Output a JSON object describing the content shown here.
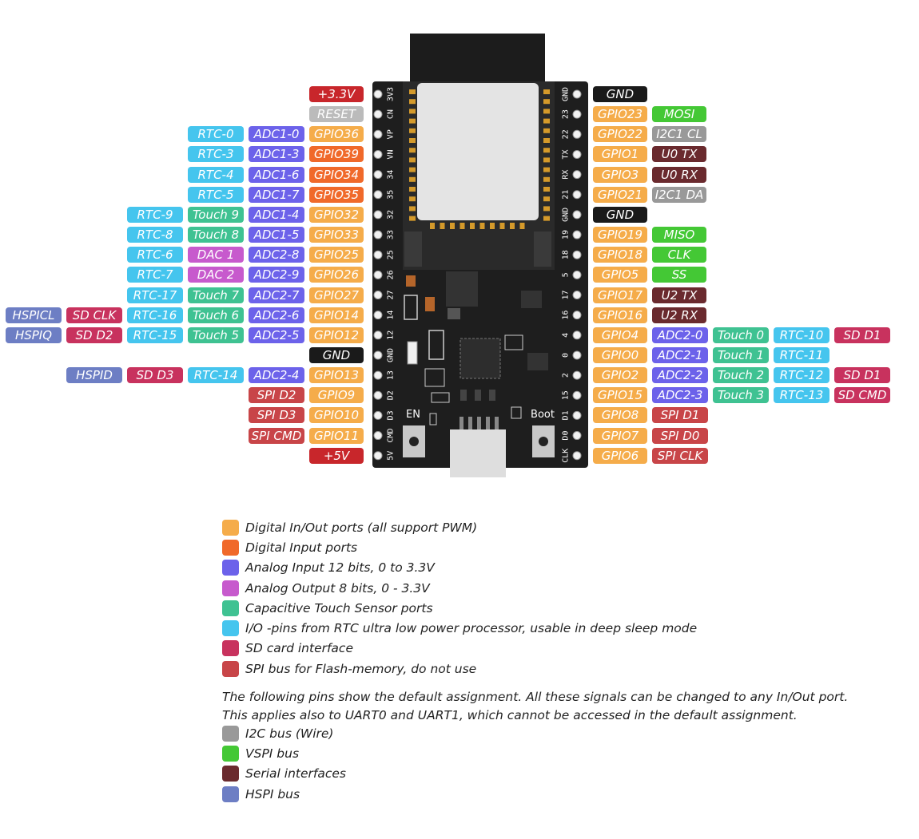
{
  "board": {
    "btn_en": "EN",
    "btn_boot": "Boot",
    "left_pins": [
      "3V3",
      "CN",
      "VP",
      "VN",
      "34",
      "35",
      "32",
      "33",
      "25",
      "26",
      "27",
      "14",
      "12",
      "GND",
      "13",
      "D2",
      "D3",
      "CMD",
      "5V"
    ],
    "right_pins": [
      "GND",
      "23",
      "22",
      "TX",
      "RX",
      "21",
      "GND",
      "19",
      "18",
      "5",
      "17",
      "16",
      "4",
      "0",
      "2",
      "15",
      "D1",
      "D0",
      "CLK"
    ]
  },
  "colors": {
    "digital_io": "#F5AC4A",
    "digital_input": "#F0692A",
    "analog_input": "#6C62EA",
    "analog_output": "#C75ACD",
    "touch": "#3FC292",
    "rtc": "#45C5EE",
    "sd_card": "#C8325E",
    "spi_flash": "#C84548",
    "i2c": "#999999",
    "vspi": "#44C835",
    "serial": "#6A2A2E",
    "hspi": "#6D7EC4",
    "power_red": "#C8262B",
    "reset_gray": "#BBBBBB",
    "gnd_black": "#1A1A1A"
  },
  "left_rows": [
    [
      {
        "t": "+3.3V",
        "c": "power_red"
      }
    ],
    [
      {
        "t": "RESET",
        "c": "reset_gray"
      }
    ],
    [
      {
        "t": "GPIO36",
        "c": "digital_io"
      },
      {
        "t": "ADC1-0",
        "c": "analog_input"
      },
      {
        "t": "RTC-0",
        "c": "rtc"
      }
    ],
    [
      {
        "t": "GPIO39",
        "c": "digital_input"
      },
      {
        "t": "ADC1-3",
        "c": "analog_input"
      },
      {
        "t": "RTC-3",
        "c": "rtc"
      }
    ],
    [
      {
        "t": "GPIO34",
        "c": "digital_input"
      },
      {
        "t": "ADC1-6",
        "c": "analog_input"
      },
      {
        "t": "RTC-4",
        "c": "rtc"
      }
    ],
    [
      {
        "t": "GPIO35",
        "c": "digital_input"
      },
      {
        "t": "ADC1-7",
        "c": "analog_input"
      },
      {
        "t": "RTC-5",
        "c": "rtc"
      }
    ],
    [
      {
        "t": "GPIO32",
        "c": "digital_io"
      },
      {
        "t": "ADC1-4",
        "c": "analog_input"
      },
      {
        "t": "Touch 9",
        "c": "touch"
      },
      {
        "t": "RTC-9",
        "c": "rtc"
      }
    ],
    [
      {
        "t": "GPIO33",
        "c": "digital_io"
      },
      {
        "t": "ADC1-5",
        "c": "analog_input"
      },
      {
        "t": "Touch 8",
        "c": "touch"
      },
      {
        "t": "RTC-8",
        "c": "rtc"
      }
    ],
    [
      {
        "t": "GPIO25",
        "c": "digital_io"
      },
      {
        "t": "ADC2-8",
        "c": "analog_input"
      },
      {
        "t": "DAC 1",
        "c": "analog_output"
      },
      {
        "t": "RTC-6",
        "c": "rtc"
      }
    ],
    [
      {
        "t": "GPIO26",
        "c": "digital_io"
      },
      {
        "t": "ADC2-9",
        "c": "analog_input"
      },
      {
        "t": "DAC 2",
        "c": "analog_output"
      },
      {
        "t": "RTC-7",
        "c": "rtc"
      }
    ],
    [
      {
        "t": "GPIO27",
        "c": "digital_io"
      },
      {
        "t": "ADC2-7",
        "c": "analog_input"
      },
      {
        "t": "Touch 7",
        "c": "touch"
      },
      {
        "t": "RTC-17",
        "c": "rtc"
      }
    ],
    [
      {
        "t": "GPIO14",
        "c": "digital_io"
      },
      {
        "t": "ADC2-6",
        "c": "analog_input"
      },
      {
        "t": "Touch 6",
        "c": "touch"
      },
      {
        "t": "RTC-16",
        "c": "rtc"
      },
      {
        "t": "SD CLK",
        "c": "sd_card"
      },
      {
        "t": "HSPICL",
        "c": "hspi"
      }
    ],
    [
      {
        "t": "GPIO12",
        "c": "digital_io"
      },
      {
        "t": "ADC2-5",
        "c": "analog_input"
      },
      {
        "t": "Touch 5",
        "c": "touch"
      },
      {
        "t": "RTC-15",
        "c": "rtc"
      },
      {
        "t": "SD D2",
        "c": "sd_card"
      },
      {
        "t": "HSPIQ",
        "c": "hspi"
      }
    ],
    [
      {
        "t": "GND",
        "c": "gnd_black"
      }
    ],
    [
      {
        "t": "GPIO13",
        "c": "digital_io"
      },
      {
        "t": "ADC2-4",
        "c": "analog_input"
      },
      {
        "t": "RTC-14",
        "c": "rtc"
      },
      {
        "t": "SD D3",
        "c": "sd_card"
      },
      {
        "t": "HSPID",
        "c": "hspi"
      }
    ],
    [
      {
        "t": "GPIO9",
        "c": "digital_io"
      },
      {
        "t": "SPI D2",
        "c": "spi_flash"
      }
    ],
    [
      {
        "t": "GPIO10",
        "c": "digital_io"
      },
      {
        "t": "SPI D3",
        "c": "spi_flash"
      }
    ],
    [
      {
        "t": "GPIO11",
        "c": "digital_io"
      },
      {
        "t": "SPI CMD",
        "c": "spi_flash"
      }
    ],
    [
      {
        "t": "+5V",
        "c": "power_red"
      }
    ]
  ],
  "right_rows": [
    [
      {
        "t": "GND",
        "c": "gnd_black"
      }
    ],
    [
      {
        "t": "GPIO23",
        "c": "digital_io"
      },
      {
        "t": "MOSI",
        "c": "vspi"
      }
    ],
    [
      {
        "t": "GPIO22",
        "c": "digital_io"
      },
      {
        "t": "I2C1 CL",
        "c": "i2c"
      }
    ],
    [
      {
        "t": "GPIO1",
        "c": "digital_io"
      },
      {
        "t": "U0 TX",
        "c": "serial"
      }
    ],
    [
      {
        "t": "GPIO3",
        "c": "digital_io"
      },
      {
        "t": "U0 RX",
        "c": "serial"
      }
    ],
    [
      {
        "t": "GPIO21",
        "c": "digital_io"
      },
      {
        "t": "I2C1 DA",
        "c": "i2c"
      }
    ],
    [
      {
        "t": "GND",
        "c": "gnd_black"
      }
    ],
    [
      {
        "t": "GPIO19",
        "c": "digital_io"
      },
      {
        "t": "MISO",
        "c": "vspi"
      }
    ],
    [
      {
        "t": "GPIO18",
        "c": "digital_io"
      },
      {
        "t": "CLK",
        "c": "vspi"
      }
    ],
    [
      {
        "t": "GPIO5",
        "c": "digital_io"
      },
      {
        "t": "SS",
        "c": "vspi"
      }
    ],
    [
      {
        "t": "GPIO17",
        "c": "digital_io"
      },
      {
        "t": "U2 TX",
        "c": "serial"
      }
    ],
    [
      {
        "t": "GPIO16",
        "c": "digital_io"
      },
      {
        "t": "U2 RX",
        "c": "serial"
      }
    ],
    [
      {
        "t": "GPIO4",
        "c": "digital_io"
      },
      {
        "t": "ADC2-0",
        "c": "analog_input"
      },
      {
        "t": "Touch 0",
        "c": "touch"
      },
      {
        "t": "RTC-10",
        "c": "rtc"
      },
      {
        "t": "SD D1",
        "c": "sd_card"
      }
    ],
    [
      {
        "t": "GPIO0",
        "c": "digital_io"
      },
      {
        "t": "ADC2-1",
        "c": "analog_input"
      },
      {
        "t": "Touch 1",
        "c": "touch"
      },
      {
        "t": "RTC-11",
        "c": "rtc"
      }
    ],
    [
      {
        "t": "GPIO2",
        "c": "digital_io"
      },
      {
        "t": "ADC2-2",
        "c": "analog_input"
      },
      {
        "t": "Touch 2",
        "c": "touch"
      },
      {
        "t": "RTC-12",
        "c": "rtc"
      },
      {
        "t": "SD D1",
        "c": "sd_card"
      }
    ],
    [
      {
        "t": "GPIO15",
        "c": "digital_io"
      },
      {
        "t": "ADC2-3",
        "c": "analog_input"
      },
      {
        "t": "Touch 3",
        "c": "touch"
      },
      {
        "t": "RTC-13",
        "c": "rtc"
      },
      {
        "t": "SD CMD",
        "c": "sd_card"
      }
    ],
    [
      {
        "t": "GPIO8",
        "c": "digital_io"
      },
      {
        "t": "SPI D1",
        "c": "spi_flash"
      }
    ],
    [
      {
        "t": "GPIO7",
        "c": "digital_io"
      },
      {
        "t": "SPI D0",
        "c": "spi_flash"
      }
    ],
    [
      {
        "t": "GPIO6",
        "c": "digital_io"
      },
      {
        "t": "SPI CLK",
        "c": "spi_flash"
      }
    ]
  ],
  "legend": [
    {
      "text": "Digital In/Out ports (all support PWM)",
      "c": "digital_io"
    },
    {
      "text": "Digital Input ports",
      "c": "digital_input"
    },
    {
      "text": "Analog Input 12 bits, 0 to 3.3V",
      "c": "analog_input"
    },
    {
      "text": "Analog Output 8 bits, 0 - 3.3V",
      "c": "analog_output"
    },
    {
      "text": "Capacitive Touch Sensor ports",
      "c": "touch"
    },
    {
      "text": "I/O -pins from RTC ultra low power processor, usable in deep sleep mode",
      "c": "rtc"
    },
    {
      "text": "SD card interface",
      "c": "sd_card"
    },
    {
      "text": "SPI bus for Flash-memory, do not use",
      "c": "spi_flash"
    }
  ],
  "note": {
    "line1": "The following pins show the default assignment. All these signals can be changed to any In/Out port.",
    "line2": "This applies also to UART0 and UART1, which cannot be accessed in the default assignment."
  },
  "legend2": [
    {
      "text": "I2C bus (Wire)",
      "c": "i2c"
    },
    {
      "text": "VSPI bus",
      "c": "vspi"
    },
    {
      "text": "Serial interfaces",
      "c": "serial"
    },
    {
      "text": "HSPI bus",
      "c": "hspi"
    }
  ]
}
